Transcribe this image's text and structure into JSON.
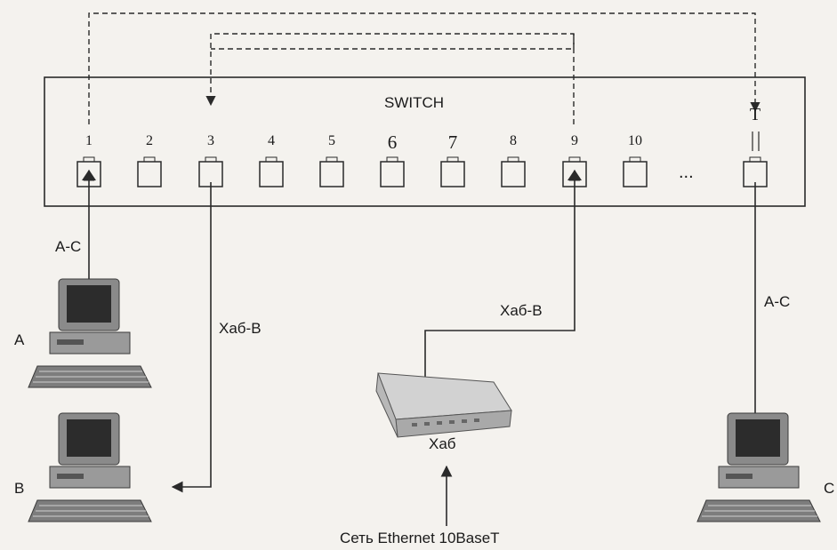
{
  "switch": {
    "label": "SWITCH",
    "ports": [
      "1",
      "2",
      "3",
      "4",
      "5",
      "6",
      "7",
      "8",
      "9",
      "10"
    ],
    "ellipsis": "...",
    "last_port": "T"
  },
  "labels": {
    "a_c_left": "A-C",
    "a_c_right": "A-C",
    "hub_b_left": "Хаб-В",
    "hub_b_right": "Хаб-В",
    "hub": "Хаб",
    "ethernet": "Сеть Ethernet 10BaseT",
    "node_a": "A",
    "node_b": "B",
    "node_c": "C"
  },
  "icons": [
    "computer-icon",
    "hub-icon",
    "port-icon",
    "arrow-icon"
  ],
  "colors": {
    "line": "#2a2a2a",
    "device": "#6d6d6d",
    "background": "#f4f2ee"
  }
}
